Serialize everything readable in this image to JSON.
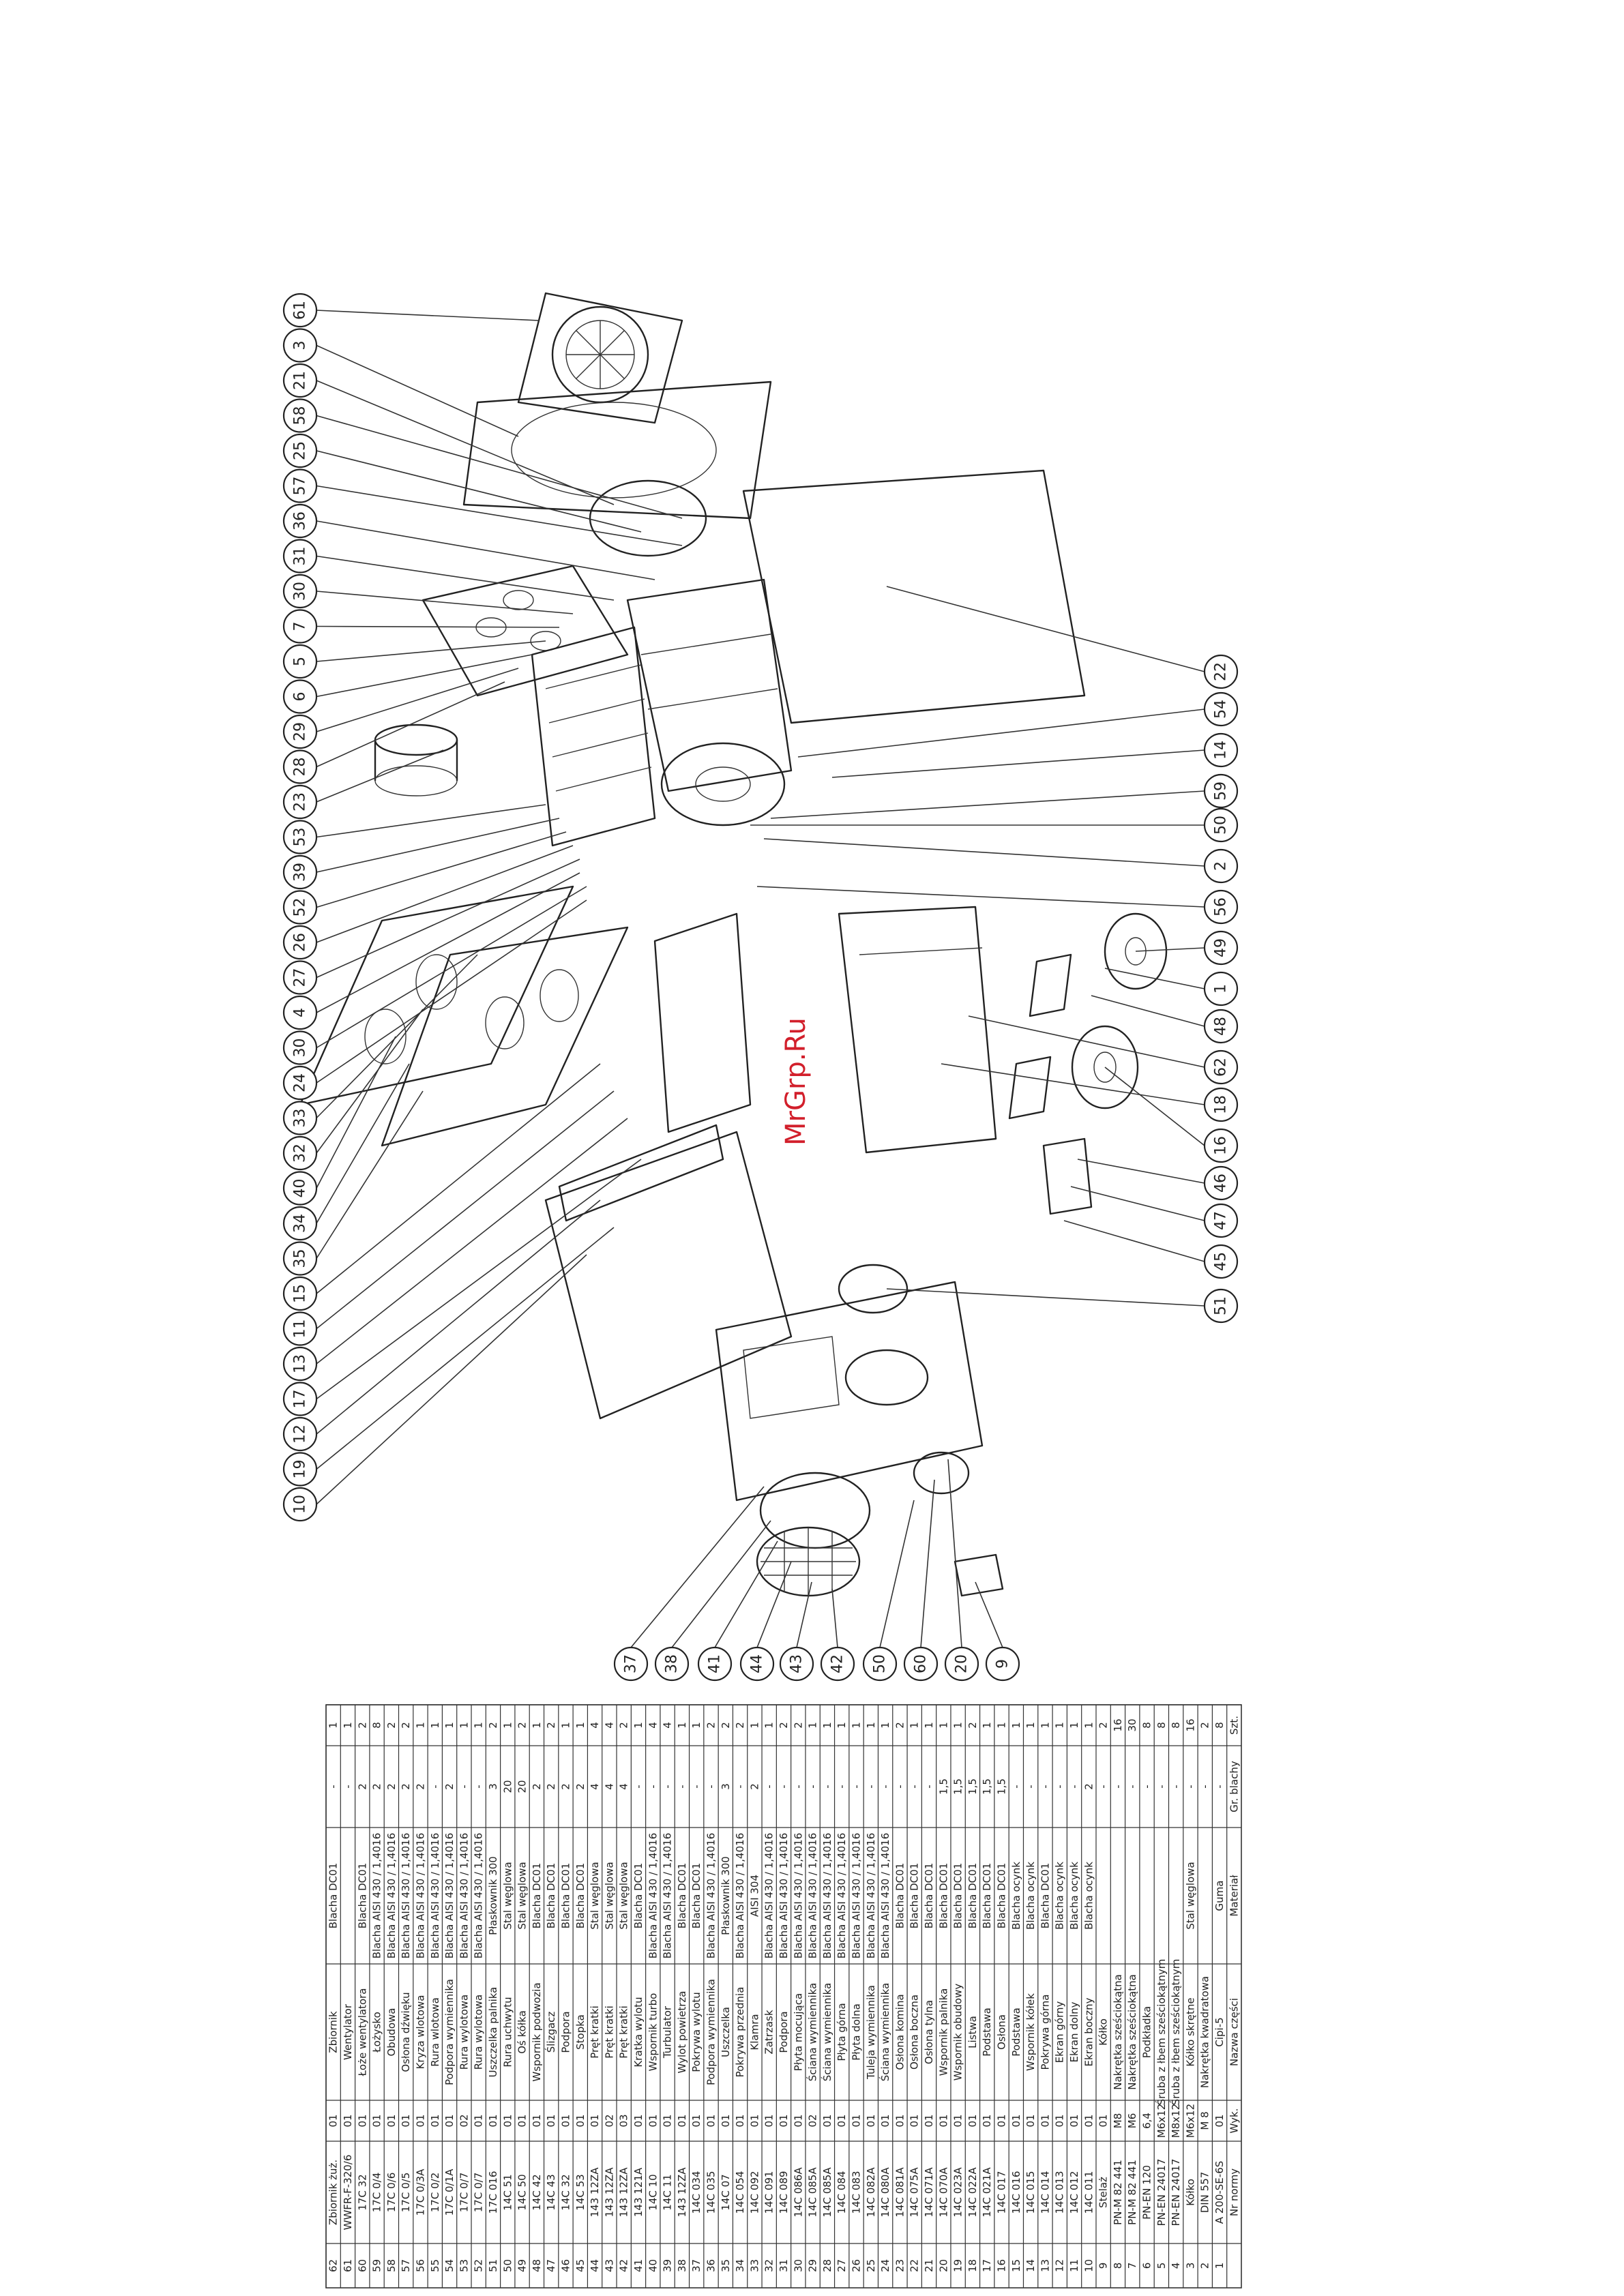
{
  "watermark": "MrGrp.Ru",
  "balloons_top": [
    "61",
    "3",
    "21",
    "58",
    "25",
    "57",
    "36",
    "31",
    "30",
    "7",
    "5",
    "6",
    "29",
    "28",
    "23",
    "53",
    "39",
    "52",
    "26",
    "27",
    "4",
    "30",
    "24",
    "33",
    "32",
    "40",
    "34",
    "35",
    "15",
    "11",
    "13",
    "17",
    "12",
    "19",
    "10"
  ],
  "balloons_right": [
    "22",
    "54",
    "14",
    "59",
    "50",
    "2",
    "56",
    "49",
    "1",
    "48",
    "62",
    "18",
    "16",
    "46",
    "47",
    "45",
    "51"
  ],
  "balloons_bottom": [
    "37",
    "38",
    "41",
    "44",
    "43",
    "42",
    "50",
    "60",
    "20",
    "9"
  ],
  "bom": {
    "rows": [
      [
        "62",
        "Zbiornik żuż.",
        "01",
        "Zbiornik",
        "Blacha DC01",
        "-",
        "1"
      ],
      [
        "61",
        "WWFR-F-320/6",
        "01",
        "Wentylator",
        "",
        "-",
        "1"
      ],
      [
        "60",
        "17C 32",
        "01",
        "Łoże wentylatora",
        "Blacha DC01",
        "2",
        "2"
      ],
      [
        "59",
        "17C 0/4",
        "01",
        "Łożysko",
        "Blacha AISI 430 / 1,4016",
        "2",
        "8"
      ],
      [
        "58",
        "17C 0/6",
        "01",
        "Obudowa",
        "Blacha AISI 430 / 1,4016",
        "2",
        "2"
      ],
      [
        "57",
        "17C 0/5",
        "01",
        "Osłona dźwięku",
        "Blacha AISI 430 / 1,4016",
        "2",
        "2"
      ],
      [
        "56",
        "17C 0/3A",
        "01",
        "Kryza wlotowa",
        "Blacha AISI 430 / 1,4016",
        "2",
        "1"
      ],
      [
        "55",
        "17C 0/2",
        "01",
        "Rura wlotowa",
        "Blacha AISI 430 / 1,4016",
        "-",
        "1"
      ],
      [
        "54",
        "17C 0/1A",
        "01",
        "Podpora wymiennika",
        "Blacha AISI 430 / 1,4016",
        "2",
        "1"
      ],
      [
        "53",
        "17C 0/7",
        "02",
        "Rura wylotowa",
        "Blacha AISI 430 / 1,4016",
        "-",
        "1"
      ],
      [
        "52",
        "17C 0/7",
        "01",
        "Rura wylotowa",
        "Blacha AISI 430 / 1,4016",
        "-",
        "1"
      ],
      [
        "51",
        "17C 016",
        "01",
        "Uszczelka palnika",
        "Płaskownik 300",
        "3",
        "2"
      ],
      [
        "50",
        "14C 51",
        "01",
        "Rura uchwytu",
        "Stal węglowa",
        "20",
        "1"
      ],
      [
        "49",
        "14C 50",
        "01",
        "Oś kółka",
        "Stal węglowa",
        "20",
        "2"
      ],
      [
        "48",
        "14C 42",
        "01",
        "Wspornik podwozia",
        "Blacha DC01",
        "2",
        "1"
      ],
      [
        "47",
        "14C 43",
        "01",
        "Ślizgacz",
        "Blacha DC01",
        "2",
        "2"
      ],
      [
        "46",
        "14C 32",
        "01",
        "Podpora",
        "Blacha DC01",
        "2",
        "1"
      ],
      [
        "45",
        "14C 53",
        "01",
        "Stopka",
        "Blacha DC01",
        "2",
        "1"
      ],
      [
        "44",
        "143 12ZA",
        "01",
        "Pręt kratki",
        "Stal węglowa",
        "4",
        "4"
      ],
      [
        "43",
        "143 12ZA",
        "02",
        "Pręt kratki",
        "Stal węglowa",
        "4",
        "4"
      ],
      [
        "42",
        "143 12ZA",
        "03",
        "Pręt kratki",
        "Stal węglowa",
        "4",
        "2"
      ],
      [
        "41",
        "143 121A",
        "01",
        "Kratka wylotu",
        "Blacha DC01",
        "-",
        "1"
      ],
      [
        "40",
        "14C 10",
        "01",
        "Wspornik turbo",
        "Blacha AISI 430 / 1,4016",
        "-",
        "4"
      ],
      [
        "39",
        "14C 11",
        "01",
        "Turbulator",
        "Blacha AISI 430 / 1,4016",
        "-",
        "4"
      ],
      [
        "38",
        "143 12ZA",
        "01",
        "Wylot powietrza",
        "Blacha DC01",
        "-",
        "1"
      ],
      [
        "37",
        "14C 034",
        "01",
        "Pokrywa wylotu",
        "Blacha DC01",
        "-",
        "1"
      ],
      [
        "36",
        "14C 035",
        "01",
        "Podpora wymiennika",
        "Blacha AISI 430 / 1,4016",
        "-",
        "2"
      ],
      [
        "35",
        "14C 07",
        "01",
        "Uszczelka",
        "Płaskownik 300",
        "3",
        "2"
      ],
      [
        "34",
        "14C 054",
        "01",
        "Pokrywa przednia",
        "Blacha AISI 430 / 1,4016",
        "-",
        "2"
      ],
      [
        "33",
        "14C 092",
        "01",
        "Klamra",
        "AISI 304",
        "2",
        "1"
      ],
      [
        "32",
        "14C 091",
        "01",
        "Zatrzask",
        "Blacha AISI 430 / 1,4016",
        "-",
        "1"
      ],
      [
        "31",
        "14C 089",
        "01",
        "Podpora",
        "Blacha AISI 430 / 1,4016",
        "-",
        "2"
      ],
      [
        "30",
        "14C 086A",
        "01",
        "Płyta mocująca",
        "Blacha AISI 430 / 1,4016",
        "-",
        "2"
      ],
      [
        "29",
        "14C 085A",
        "02",
        "Ściana wymiennika",
        "Blacha AISI 430 / 1,4016",
        "-",
        "1"
      ],
      [
        "28",
        "14C 085A",
        "01",
        "Ściana wymiennika",
        "Blacha AISI 430 / 1,4016",
        "-",
        "1"
      ],
      [
        "27",
        "14C 084",
        "01",
        "Płyta górna",
        "Blacha AISI 430 / 1,4016",
        "-",
        "1"
      ],
      [
        "26",
        "14C 083",
        "01",
        "Płyta dolna",
        "Blacha AISI 430 / 1,4016",
        "-",
        "1"
      ],
      [
        "25",
        "14C 082A",
        "01",
        "Tuleja wymiennika",
        "Blacha AISI 430 / 1,4016",
        "-",
        "1"
      ],
      [
        "24",
        "14C 080A",
        "01",
        "Ściana wymiennika",
        "Blacha AISI 430 / 1,4016",
        "-",
        "1"
      ],
      [
        "23",
        "14C 081A",
        "01",
        "Osłona komina",
        "Blacha DC01",
        "-",
        "2"
      ],
      [
        "22",
        "14C 075A",
        "01",
        "Osłona boczna",
        "Blacha DC01",
        "-",
        "1"
      ],
      [
        "21",
        "14C 071A",
        "01",
        "Osłona tylna",
        "Blacha DC01",
        "-",
        "1"
      ],
      [
        "20",
        "14C 070A",
        "01",
        "Wspornik palnika",
        "Blacha DC01",
        "1,5",
        "1"
      ],
      [
        "19",
        "14C 023A",
        "01",
        "Wspornik obudowy",
        "Blacha DC01",
        "1,5",
        "1"
      ],
      [
        "18",
        "14C 022A",
        "01",
        "Listwa",
        "Blacha DC01",
        "1,5",
        "2"
      ],
      [
        "17",
        "14C 021A",
        "01",
        "Podstawa",
        "Blacha DC01",
        "1,5",
        "1"
      ],
      [
        "16",
        "14C 017",
        "01",
        "Osłona",
        "Blacha DC01",
        "1,5",
        "1"
      ],
      [
        "15",
        "14C 016",
        "01",
        "Podstawa",
        "Blacha ocynk",
        "-",
        "1"
      ],
      [
        "14",
        "14C 015",
        "01",
        "Wspornik kółek",
        "Blacha ocynk",
        "-",
        "1"
      ],
      [
        "13",
        "14C 014",
        "01",
        "Pokrywa górna",
        "Blacha DC01",
        "-",
        "1"
      ],
      [
        "12",
        "14C 013",
        "01",
        "Ekran górny",
        "Blacha ocynk",
        "-",
        "1"
      ],
      [
        "11",
        "14C 012",
        "01",
        "Ekran dolny",
        "Blacha ocynk",
        "-",
        "1"
      ],
      [
        "10",
        "14C 011",
        "01",
        "Ekran boczny",
        "Blacha ocynk",
        "2",
        "1"
      ],
      [
        "9",
        "Stelaż",
        "01",
        "Kółko",
        "",
        "-",
        "2"
      ],
      [
        "8",
        "PN-M 82 441",
        "M8",
        "Nakrętka sześciokątna",
        "",
        "-",
        "16"
      ],
      [
        "7",
        "PN-M 82 441",
        "M6",
        "Nakrętka sześciokątna",
        "",
        "-",
        "30"
      ],
      [
        "6",
        "PN-EN 120",
        "6,4",
        "Podkładka",
        "",
        "-",
        "8"
      ],
      [
        "5",
        "PN-EN 24017",
        "M6x12",
        "Śruba z łbem sześciokątnym",
        "",
        "-",
        "8"
      ],
      [
        "4",
        "PN-EN 24017",
        "M8x12",
        "Śruba z łbem sześciokątnym",
        "",
        "-",
        "8"
      ],
      [
        "3",
        "Kółko",
        "M6x12",
        "Kółko skrętne",
        "Stal węglowa",
        "-",
        "16"
      ],
      [
        "2",
        "DIN 557",
        "M 8",
        "Nakrętka kwadratowa",
        "",
        "-",
        "2"
      ],
      [
        "1",
        "A 200-SE-6S",
        "01",
        "Cipi-5",
        "Guma",
        "-",
        "8"
      ],
      [
        "",
        "Nr normy",
        "Wyk.",
        "Nazwa części",
        "Materiał",
        "Gr. blachy",
        "Szt."
      ]
    ]
  }
}
